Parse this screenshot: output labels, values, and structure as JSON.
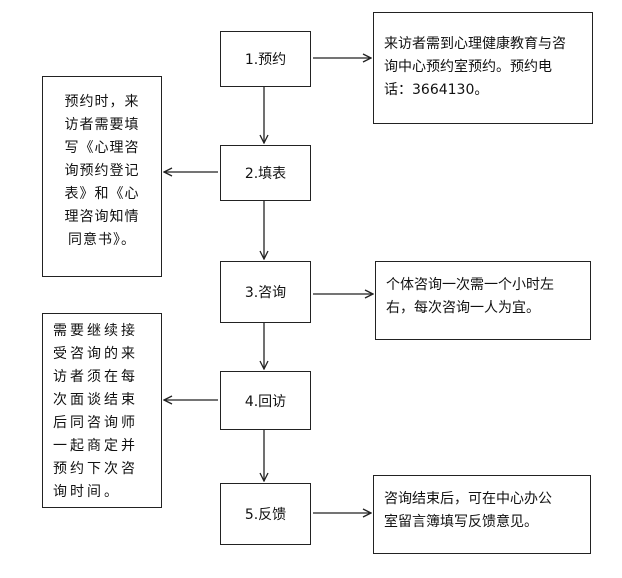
{
  "steps": [
    {
      "label": "1.预约"
    },
    {
      "label": "2.填表"
    },
    {
      "label": "3.咨询"
    },
    {
      "label": "4.回访"
    },
    {
      "label": "5.反馈"
    }
  ],
  "notes": {
    "appointment": "来访者需到心理健康教育与咨\n询中心预约室预约。预约电\n话：3664130。",
    "form": "预约时，来\n访者需要填\n写《心理咨\n询预约登记\n表》和《心\n理咨询知情\n同意书》。",
    "consult": "个体咨询一次需一个小时左\n右，每次咨询一人为宜。",
    "followup": "需要继续接\n受咨询的来\n访者须在每\n次面谈结束\n后同咨询师\n一起商定并\n预约下次咨\n询时间。",
    "feedback": "咨询结束后，可在中心办公\n室留言簿填写反馈意见。"
  }
}
